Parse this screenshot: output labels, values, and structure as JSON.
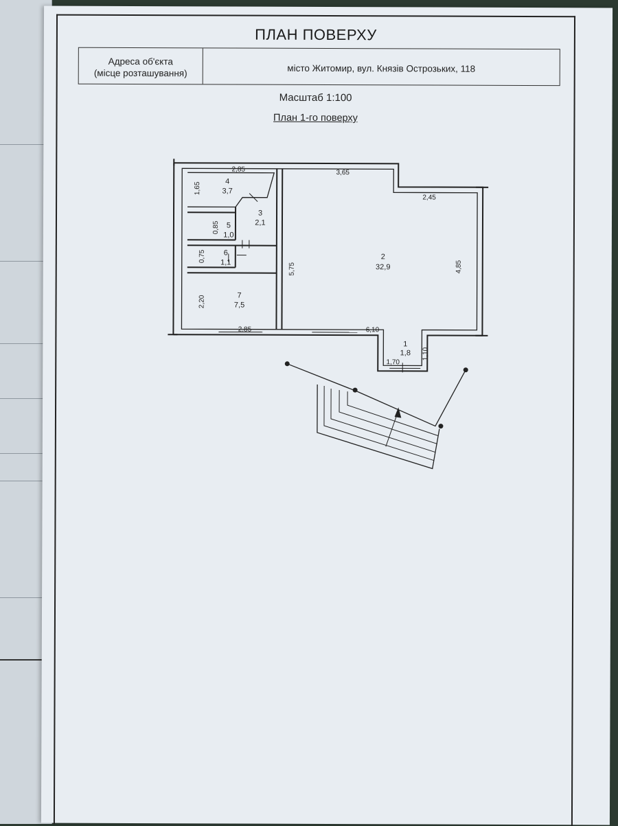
{
  "document": {
    "title": "ПЛАН ПОВЕРХУ",
    "address_label_line1": "Адреса об'єкта",
    "address_label_line2": "(місце розташування)",
    "address_value": "місто Житомир, вул. Князів Острозьких, 118",
    "scale": "Масштаб 1:100",
    "plan_title": "План 1-го поверху"
  },
  "rooms": [
    {
      "number": "1",
      "area": "1,8"
    },
    {
      "number": "2",
      "area": "32,9"
    },
    {
      "number": "3",
      "area": "2,1"
    },
    {
      "number": "4",
      "area": "3,7"
    },
    {
      "number": "5",
      "area": "1,0"
    },
    {
      "number": "6",
      "area": "1,1"
    },
    {
      "number": "7",
      "area": "7,5"
    }
  ],
  "dimensions": {
    "room4_width": "2,85",
    "room4_height": "1,65",
    "room2_top": "3,65",
    "room2_right_top": "2,45",
    "room2_height": "4,85",
    "room2_left": "5,75",
    "room2_bottom": "6,10",
    "room5_height": "0,85",
    "room6_height": "0,75",
    "room7_height": "2,20",
    "room7_width": "2,85",
    "room1_width": "1,70",
    "room1_height": "1,10"
  }
}
